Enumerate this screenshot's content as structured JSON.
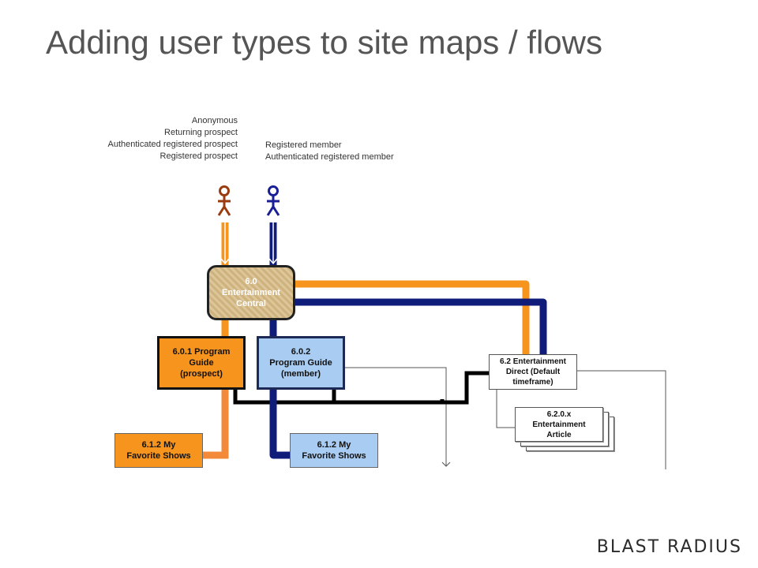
{
  "title": "Adding user types to site maps / flows",
  "user_types_left": [
    "Anonymous",
    "Returning prospect",
    "Authenticated registered prospect",
    "Registered prospect"
  ],
  "user_types_right": [
    "Registered member",
    "Authenticated registered member"
  ],
  "nodes": {
    "central": [
      "6.0",
      "Entertainment",
      "Central"
    ],
    "guide_prospect": [
      "6.0.1 Program",
      "Guide",
      "(prospect)"
    ],
    "guide_member": [
      "6.0.2",
      "Program Guide",
      "(member)"
    ],
    "fav_prospect": [
      "6.1.2 My",
      "Favorite Shows"
    ],
    "fav_member": [
      "6.1.2 My",
      "Favorite Shows"
    ],
    "direct": [
      "6.2 Entertainment",
      "Direct (Default",
      "timeframe)"
    ],
    "article": [
      "6.2.0.x",
      "Entertainment",
      "Article"
    ],
    "article_back": [
      "Article"
    ]
  },
  "colors": {
    "prospect": "#f7941d",
    "prospect_light": "#f28a3a",
    "member": "#0f1c7a",
    "member_figure": "#1a1f96",
    "prospect_figure": "#9a3b10",
    "black_line": "#000000"
  },
  "logo": "BLAST RADIUS",
  "icons": [
    "prospect-user-icon",
    "member-user-icon"
  ]
}
